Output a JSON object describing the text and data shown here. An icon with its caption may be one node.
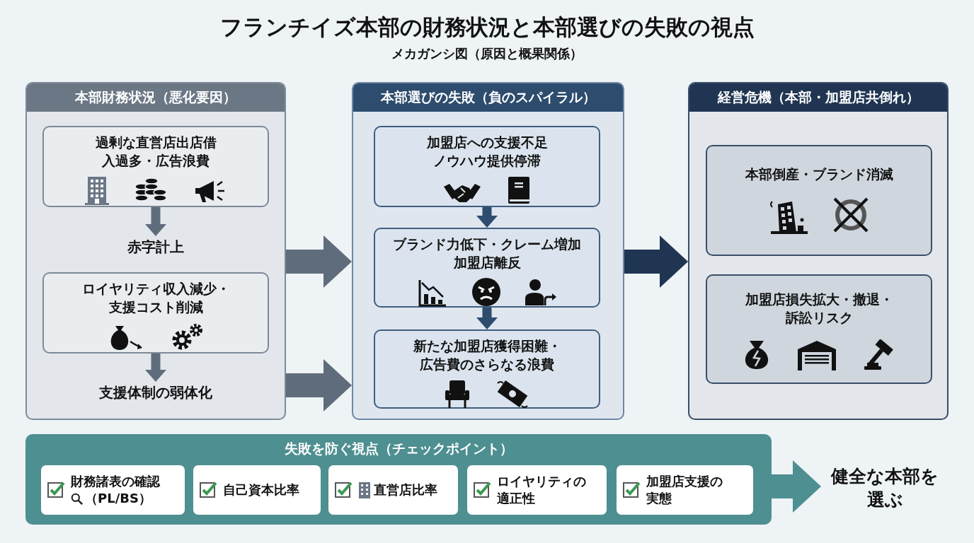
{
  "diagram": {
    "title": "フランチイズ本部の財務状況と本部選びの失敗の視点",
    "nodes": [
      {
        "text": [
          "本部財務状況（悪化要因）"
        ]
      },
      {
        "text": [
          "過剰な直営店出店借入過多・広告浪費"
        ],
        "in": 0
      },
      {
        "text": [
          "赤字計上"
        ],
        "in": 0
      },
      {
        "text": [
          "ロイヤリティ収入減少・支援コスト削減"
        ],
        "in": 0
      },
      {
        "text": [
          "支援体制の弱体化"
        ],
        "in": 0
      },
      {
        "text": [
          "本部選びの失敗（負のスパイラル）"
        ]
      },
      {
        "text": [
          "加盟店への支援不足ノウハウ提供停滞"
        ],
        "in": 5
      },
      {
        "text": [
          "ブランド力低下・クレーム増加加盟店離反"
        ],
        "in": 5
      },
      {
        "text": [
          "新たな加盟店獲得困難・広告費のさらなる浪費"
        ],
        "in": 5
      },
      {
        "text": [
          "経営危機（本部・加盟店共倒れ）"
        ]
      },
      {
        "text": [
          "本部倒産・ブランド消滅"
        ],
        "in": 9
      },
      {
        "text": [
          "加盟店損失拡大・撤退・訴訟リスク"
        ],
        "in": 9
      },
      {
        "text": [
          "失敗を防ぐ視点（チェックポイント）"
        ]
      },
      {
        "text": [
          "財務諸表の確認（PL/BS）"
        ],
        "in": 12
      },
      {
        "text": [
          "自己資本比率"
        ],
        "in": 12
      },
      {
        "text": [
          "直営店比率"
        ],
        "in": 12
      },
      {
        "text": [
          "ロイヤリティの適正性"
        ],
        "in": 12
      },
      {
        "text": [
          "加盟店支援の実態"
        ],
        "in": 12
      },
      {
        "text": [
          "健全な本部を選ぶ"
        ]
      }
    ],
    "edges": [
      {
        "from": 1,
        "to": 2,
        "arrow": "to"
      },
      {
        "from": 3,
        "to": 4,
        "arrow": "to"
      },
      {
        "from": 0,
        "to": 5,
        "arrow": "to",
        "style": "thick"
      },
      {
        "from": 0,
        "to": 5,
        "arrow": "to",
        "style": "thick"
      },
      {
        "from": 6,
        "to": 7,
        "arrow": "to",
        "color": "#2d4c6e"
      },
      {
        "from": 7,
        "to": 8,
        "arrow": "to",
        "color": "#2d4c6e"
      },
      {
        "from": 5,
        "to": 9,
        "arrow": "to",
        "style": "thick",
        "color": "#1f3552"
      },
      {
        "from": 12,
        "to": 18,
        "arrow": "to",
        "style": "thick",
        "color": "#4e8f91"
      }
    ],
    "labels": [
      "メカガンシ図（原因と概果関係）"
    ]
  }
}
